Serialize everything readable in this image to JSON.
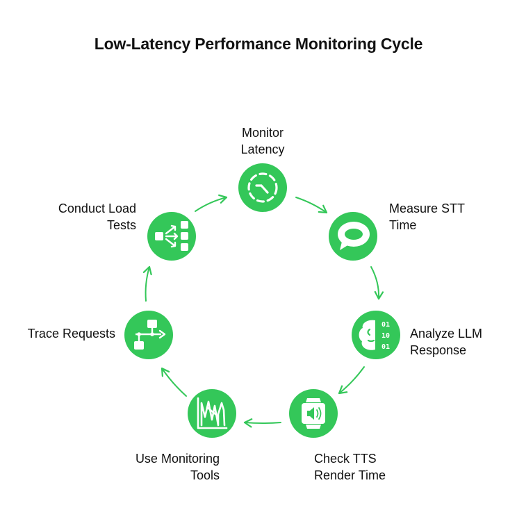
{
  "title": "Low-Latency Performance Monitoring Cycle",
  "colors": {
    "accent": "#34c759",
    "text": "#111111",
    "background": "#ffffff"
  },
  "steps": [
    {
      "id": "monitor-latency",
      "line1": "Monitor",
      "line2": "Latency",
      "icon": "dashed-circle-clock-icon"
    },
    {
      "id": "measure-stt",
      "line1": "Measure STT",
      "line2": "Time",
      "icon": "speech-bubble-icon"
    },
    {
      "id": "analyze-llm",
      "line1": "Analyze LLM",
      "line2": "Response",
      "icon": "brain-binary-icon",
      "binary": [
        "01",
        "10",
        "01"
      ]
    },
    {
      "id": "check-tts",
      "line1": "Check TTS",
      "line2": "Render Time",
      "icon": "smartwatch-speaker-icon"
    },
    {
      "id": "use-monitoring-tools",
      "line1": "Use Monitoring",
      "line2": "Tools",
      "icon": "waveform-chart-icon"
    },
    {
      "id": "trace-requests",
      "line1": "Trace Requests",
      "line2": "",
      "icon": "flowchart-icon"
    },
    {
      "id": "conduct-load-tests",
      "line1": "Conduct Load",
      "line2": "Tests",
      "icon": "load-distribution-icon"
    }
  ]
}
